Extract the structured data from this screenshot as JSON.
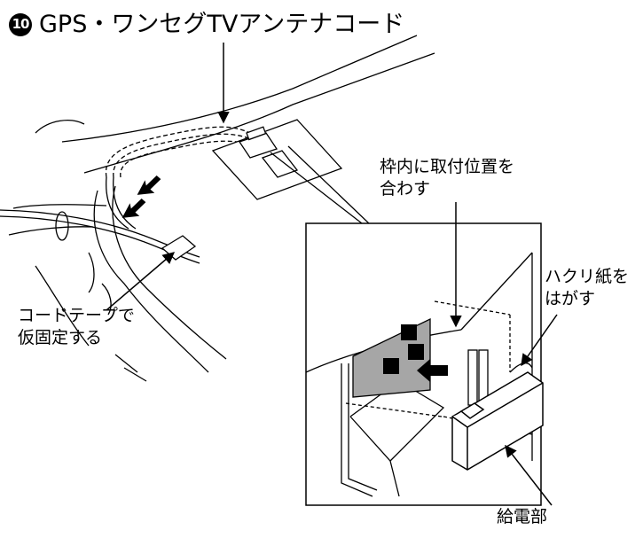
{
  "title": {
    "step_number": "10",
    "text": "GPS・ワンセグTVアンテナコード"
  },
  "callouts": {
    "frame_alignment": [
      "枠内に取付位置を",
      "合わす"
    ],
    "peel_backing": [
      "ハクリ紙を",
      "はがす"
    ],
    "cord_tape": [
      "コードテープで",
      "仮固定する"
    ],
    "power_supply": [
      "給電部"
    ]
  },
  "colors": {
    "line": "#000000",
    "background": "#ffffff",
    "film": "#a6a6a6",
    "element_mark": "#000000"
  }
}
